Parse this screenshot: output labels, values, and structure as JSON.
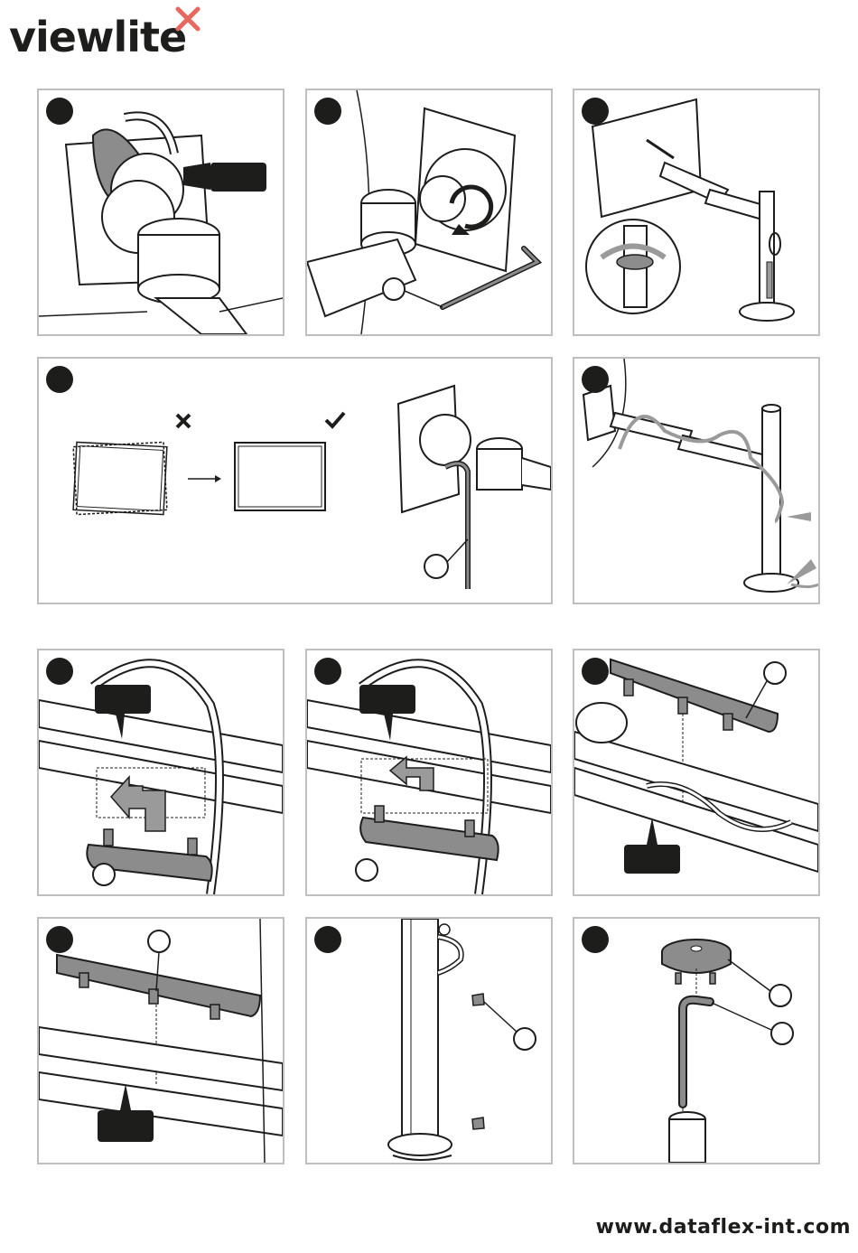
{
  "brand": {
    "wordmark": "viewlite",
    "mark_icon": "x-mark-icon",
    "mark_color": "#e8685f"
  },
  "colors": {
    "ink": "#1d1d1b",
    "panel_border": "#bfbfbf",
    "part_fill": "#8c8c8c",
    "arrow_fill": "#9a9a9a"
  },
  "steps": [
    {
      "id": "mount-vesa-plate"
    },
    {
      "id": "tighten-tilt-screw"
    },
    {
      "id": "adjust-height"
    },
    {
      "id": "level-monitor"
    },
    {
      "id": "route-cables"
    },
    {
      "id": "remove-cover-a"
    },
    {
      "id": "remove-cover-b"
    },
    {
      "id": "insert-cover-a"
    },
    {
      "id": "insert-cover-b"
    },
    {
      "id": "attach-cable-clips"
    },
    {
      "id": "adjust-base-tension"
    }
  ],
  "indicators": {
    "wrong_icon": "cross-icon",
    "right_icon": "check-icon"
  },
  "footer": {
    "url": "www.dataflex-int.com"
  }
}
